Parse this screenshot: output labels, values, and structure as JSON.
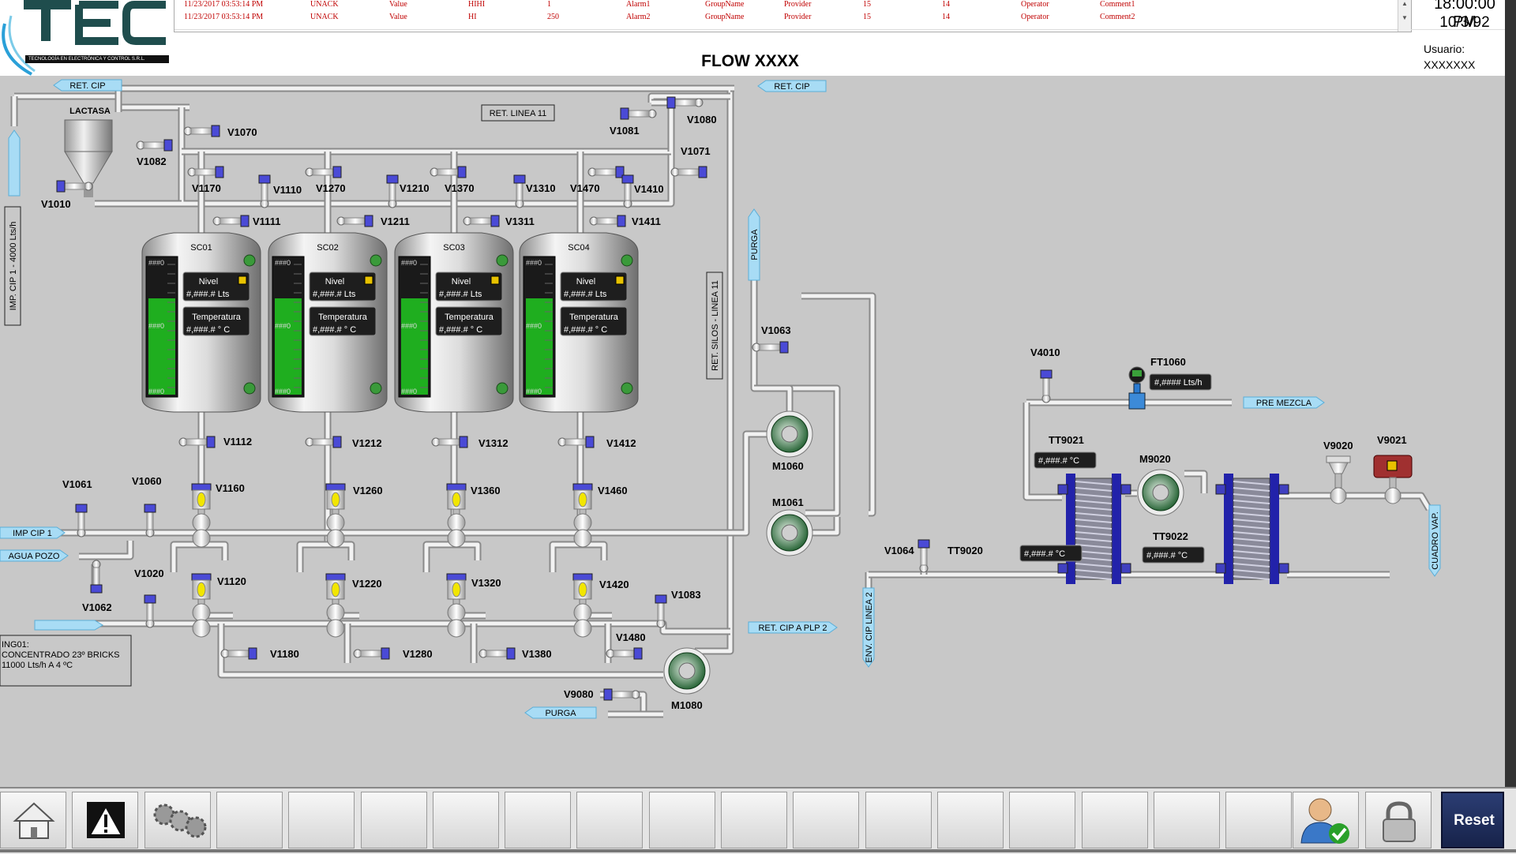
{
  "header": {
    "logo_text": "TEC",
    "logo_subtitle": "TECNOLOGÍA EN ELECTRÓNICA Y CONTROL S.R.L.",
    "title": "FLOW XXXX",
    "time": "18:00:00 PM",
    "date": "10/3/92",
    "user_label": "Usuario:",
    "user_name": "XXXXXXX"
  },
  "alarms": [
    {
      "time": "11/23/2017 03:53:14 PM",
      "state": "UNACK",
      "type": "Value",
      "priority": "HIHI",
      "value": "1",
      "name": "Alarm1",
      "group": "GroupName",
      "provider": "Provider",
      "n1": "15",
      "n2": "14",
      "operator": "Operator",
      "comment": "Comment1"
    },
    {
      "time": "11/23/2017 03:53:14 PM",
      "state": "UNACK",
      "type": "Value",
      "priority": "HI",
      "value": "250",
      "name": "Alarm2",
      "group": "GroupName",
      "provider": "Provider",
      "n1": "15",
      "n2": "14",
      "operator": "Operator",
      "comment": "Comment2"
    }
  ],
  "tanks": [
    {
      "name": "SC01",
      "level_label": "Nivel",
      "level_value": "#,###.#  Lts",
      "temp_label": "Temperatura",
      "temp_value": "#,###.#  ° C",
      "bar_top": "###0",
      "bar_mid": "###0",
      "bar_bottom": "###0"
    },
    {
      "name": "SC02",
      "level_label": "Nivel",
      "level_value": "#,###.#  Lts",
      "temp_label": "Temperatura",
      "temp_value": "#,###.#  ° C",
      "bar_top": "###0",
      "bar_mid": "###0",
      "bar_bottom": "###0"
    },
    {
      "name": "SC03",
      "level_label": "Nivel",
      "level_value": "#,###.#  Lts",
      "temp_label": "Temperatura",
      "temp_value": "#,###.#  ° C",
      "bar_top": "###0",
      "bar_mid": "###0",
      "bar_bottom": "###0"
    },
    {
      "name": "SC04",
      "level_label": "Nivel",
      "level_value": "#,###.#  Lts",
      "temp_label": "Temperatura",
      "temp_value": "#,###.#  ° C",
      "bar_top": "###0",
      "bar_mid": "###0",
      "bar_bottom": "###0"
    }
  ],
  "valves": {
    "manual": [
      "V1070",
      "V1082",
      "V1010",
      "V1170",
      "V1110",
      "V1270",
      "V1210",
      "V1370",
      "V1310",
      "V1470",
      "V1410",
      "V1071",
      "V1081",
      "V1080",
      "V1111",
      "V1211",
      "V1311",
      "V1411",
      "V1112",
      "V1212",
      "V1312",
      "V1412",
      "V1061",
      "V1060",
      "V1062",
      "V1020",
      "V1083",
      "V1180",
      "V1280",
      "V1380",
      "V1480",
      "V9080",
      "V1063",
      "V1064",
      "V4010"
    ],
    "mixproof": [
      "V1160",
      "V1260",
      "V1360",
      "V1460",
      "V1120",
      "V1220",
      "V1320",
      "V1420"
    ],
    "control": [
      "V9020",
      "V9021"
    ]
  },
  "pumps": [
    "M1060",
    "M1061",
    "M1080",
    "M9020"
  ],
  "arrows": {
    "ret_cip_left": "RET. CIP",
    "ret_cip_right": "RET. CIP",
    "imp_cip_1": "IMP CIP 1",
    "agua_pozo": "AGUA POZO",
    "purga_bottom": "PURGA",
    "ret_cip_plp2": "RET. CIP A PLP 2",
    "pre_mezcla": "PRE MEZCLA",
    "purga_vertical": "PURGA",
    "env_cip_linea2": "ENV. CIP LINEA 2",
    "cuadro_vap": "CUADRO VAP."
  },
  "labels": {
    "lactasa": "LACTASA",
    "ret_linea_11": "RET. LINEA 11",
    "ret_silos_linea_11": "RET. SILOS - LINEA 11",
    "imp_cip_side": "IMP. CIP 1 - 4000 Lts/h",
    "ingredient_info": [
      "ING01:",
      "CONCENTRADO 23º BRICKS",
      "11000 Lts/h A 4 ºC"
    ]
  },
  "instruments": {
    "ft1060": {
      "tag": "FT1060",
      "value": "#,####  Lts/h"
    },
    "tt9021": {
      "tag": "TT9021",
      "value": "#,###.# °C"
    },
    "tt9020": {
      "tag": "TT9020",
      "value": "#,###.# °C"
    },
    "tt9022": {
      "tag": "TT9022",
      "value": "#,###.# °C"
    }
  },
  "bottom_buttons": [
    "home",
    "alarm",
    "settings",
    "",
    "",
    "",
    "",
    "",
    "",
    "",
    "",
    "",
    "",
    "",
    "",
    "",
    "",
    "",
    "user",
    "lock",
    "reset"
  ],
  "reset_label": "Reset",
  "colors": {
    "pipe": "#f2f2f2",
    "pipe_edge": "#8a8a8a",
    "background": "#c8c8c8",
    "level": "#1fae1f",
    "valve_actuator": "#4a4ad6",
    "valve_indicator": "#f2e600",
    "arrow": "#a8dcf5",
    "heat_exchanger": "#2222aa"
  }
}
